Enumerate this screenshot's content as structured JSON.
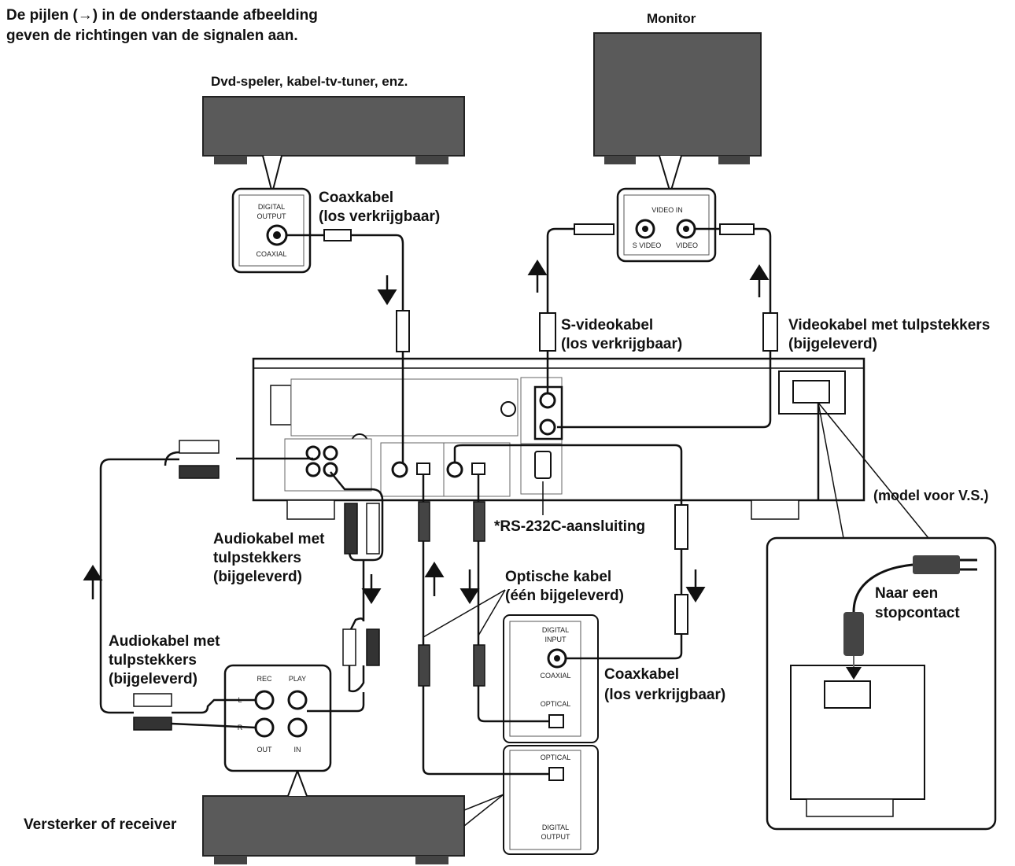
{
  "intro": {
    "line1": "De pijlen (→) in de onderstaande afbeelding",
    "line2": "geven de richtingen van de signalen aan."
  },
  "devices": {
    "dvd": "Dvd-speler, kabel-tv-tuner, enz.",
    "monitor": "Monitor",
    "amplifier": "Versterker of receiver"
  },
  "cables": {
    "coax_top_1": "Coaxkabel",
    "coax_top_2": "(los verkrijgbaar)",
    "svideo_1": "S-videokabel",
    "svideo_2": "(los verkrijgbaar)",
    "video_1": "Videokabel met tulpstekkers",
    "video_2": "(bijgeleverd)",
    "audio_mid_1": "Audiokabel met",
    "audio_mid_2": "tulpstekkers",
    "audio_mid_3": "(bijgeleverd)",
    "audio_left_1": "Audiokabel met",
    "audio_left_2": "tulpstekkers",
    "audio_left_3": "(bijgeleverd)",
    "optical_1": "Optische kabel",
    "optical_2": "(één bijgeleverd)",
    "coax_bottom_1": "Coaxkabel",
    "coax_bottom_2": "(los verkrijgbaar)"
  },
  "notes": {
    "rs232": "*RS-232C-aansluiting",
    "model": "(model voor V.S.)",
    "outlet_1": "Naar een",
    "outlet_2": "stopcontact"
  },
  "panels": {
    "dvd_digital": "DIGITAL",
    "dvd_output": "OUTPUT",
    "dvd_coaxial": "COAXIAL",
    "mon_video_in": "VIDEO IN",
    "mon_svideo": "S VIDEO",
    "mon_video": "VIDEO",
    "amp_rec": "REC",
    "amp_play": "PLAY",
    "amp_out": "OUT",
    "amp_in": "IN",
    "amp_l": "L",
    "amp_r": "R",
    "rcv_digital": "DIGITAL",
    "rcv_input": "INPUT",
    "rcv_coaxial": "COAXIAL",
    "rcv_optical": "OPTICAL",
    "out_optical": "OPTICAL",
    "out_digital": "DIGITAL",
    "out_output": "OUTPUT"
  },
  "colors": {
    "device_fill": "#5a5a5a",
    "line": "#111111"
  }
}
